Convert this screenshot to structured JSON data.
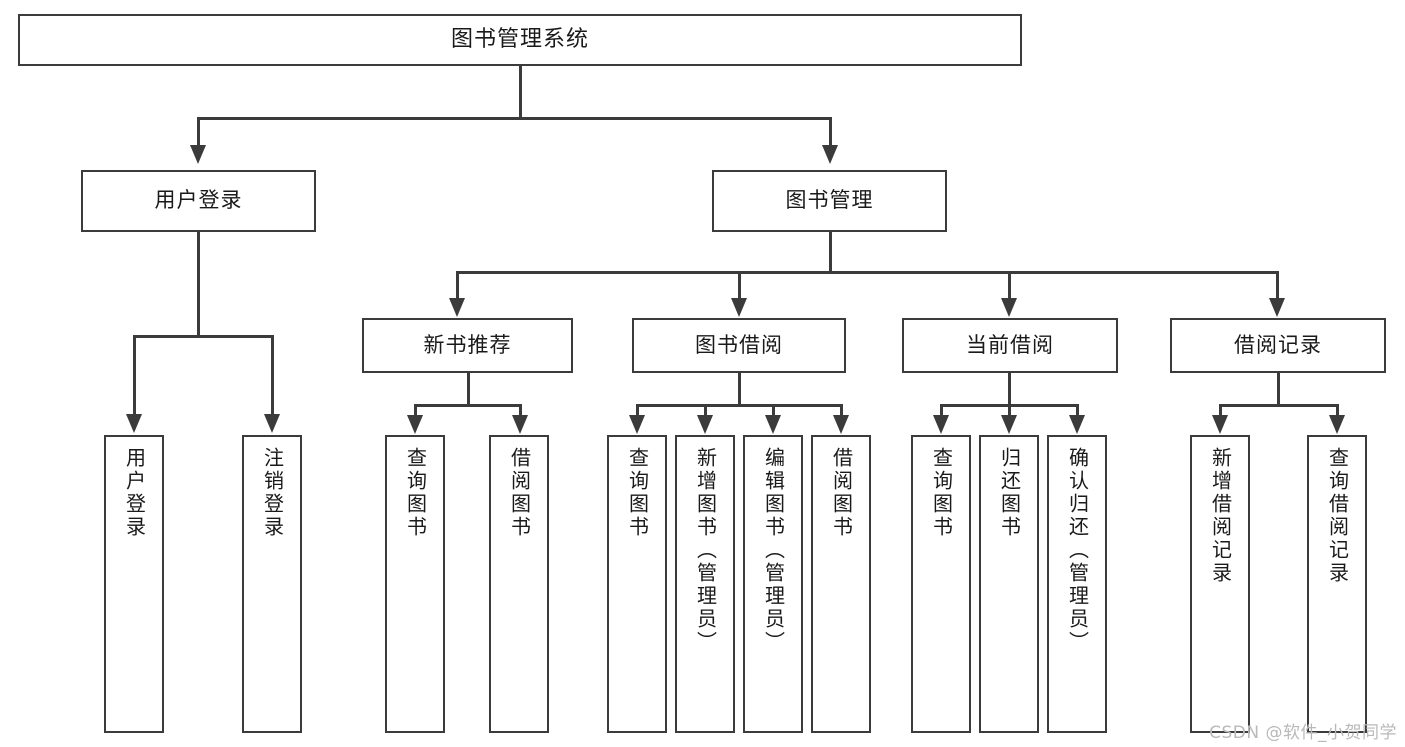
{
  "diagram": {
    "title": "图书管理系统",
    "type": "tree-hierarchy",
    "watermark": "CSDN @软件_小贺同学",
    "colors": {
      "stroke": "#3b3b3b",
      "fill": "#ffffff",
      "text": "#1a1a1a",
      "watermark": "#b9b9b9"
    },
    "levels": {
      "level0": "系统",
      "level1": "模块",
      "level2": "子模块",
      "level3": "功能"
    }
  },
  "nodes": {
    "root": {
      "label": "图书管理系统"
    },
    "level1": [
      {
        "id": "user-login",
        "label": "用户登录"
      },
      {
        "id": "book-management",
        "label": "图书管理"
      }
    ],
    "level2": [
      {
        "id": "new-book-recommend",
        "label": "新书推荐"
      },
      {
        "id": "book-borrow",
        "label": "图书借阅"
      },
      {
        "id": "current-borrow",
        "label": "当前借阅"
      },
      {
        "id": "borrow-record",
        "label": "借阅记录"
      }
    ],
    "leaves": {
      "user_login": [
        {
          "id": "leaf-user-login",
          "label": "用户登录"
        },
        {
          "id": "leaf-logout-login",
          "label": "注销登录"
        }
      ],
      "new_book_recommend": [
        {
          "id": "leaf-query-book-1",
          "label": "查询图书"
        },
        {
          "id": "leaf-borrow-book-1",
          "label": "借阅图书"
        }
      ],
      "book_borrow": [
        {
          "id": "leaf-query-book-2",
          "label": "查询图书"
        },
        {
          "id": "leaf-add-book",
          "label": "新增图书（管理员）"
        },
        {
          "id": "leaf-edit-book",
          "label": "编辑图书（管理员）"
        },
        {
          "id": "leaf-borrow-book-2",
          "label": "借阅图书"
        }
      ],
      "current_borrow": [
        {
          "id": "leaf-query-book-3",
          "label": "查询图书"
        },
        {
          "id": "leaf-return-book",
          "label": "归还图书"
        },
        {
          "id": "leaf-confirm-return",
          "label": "确认归还（管理员）"
        }
      ],
      "borrow_record": [
        {
          "id": "leaf-add-record",
          "label": "新增借阅记录"
        },
        {
          "id": "leaf-query-record",
          "label": "查询借阅记录"
        }
      ]
    }
  }
}
